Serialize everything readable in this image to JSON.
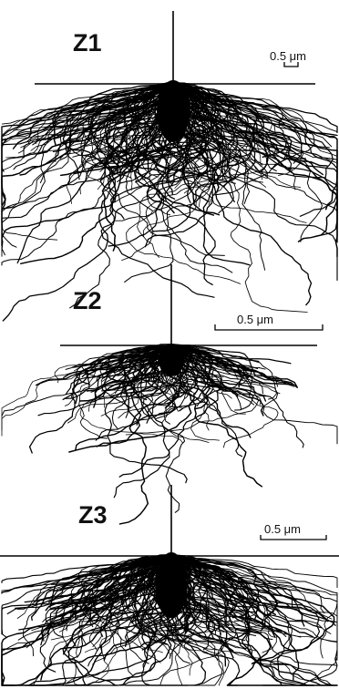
{
  "panels": [
    {
      "id": "z1",
      "label": "Z1",
      "scale_label": "0.5 μm"
    },
    {
      "id": "z2",
      "label": "Z2",
      "scale_label": "0.5 μm"
    },
    {
      "id": "z3",
      "label": "Z3",
      "scale_label": "0.5 μm"
    }
  ],
  "colors": {
    "background": "#ffffff",
    "ink": "#000000"
  }
}
